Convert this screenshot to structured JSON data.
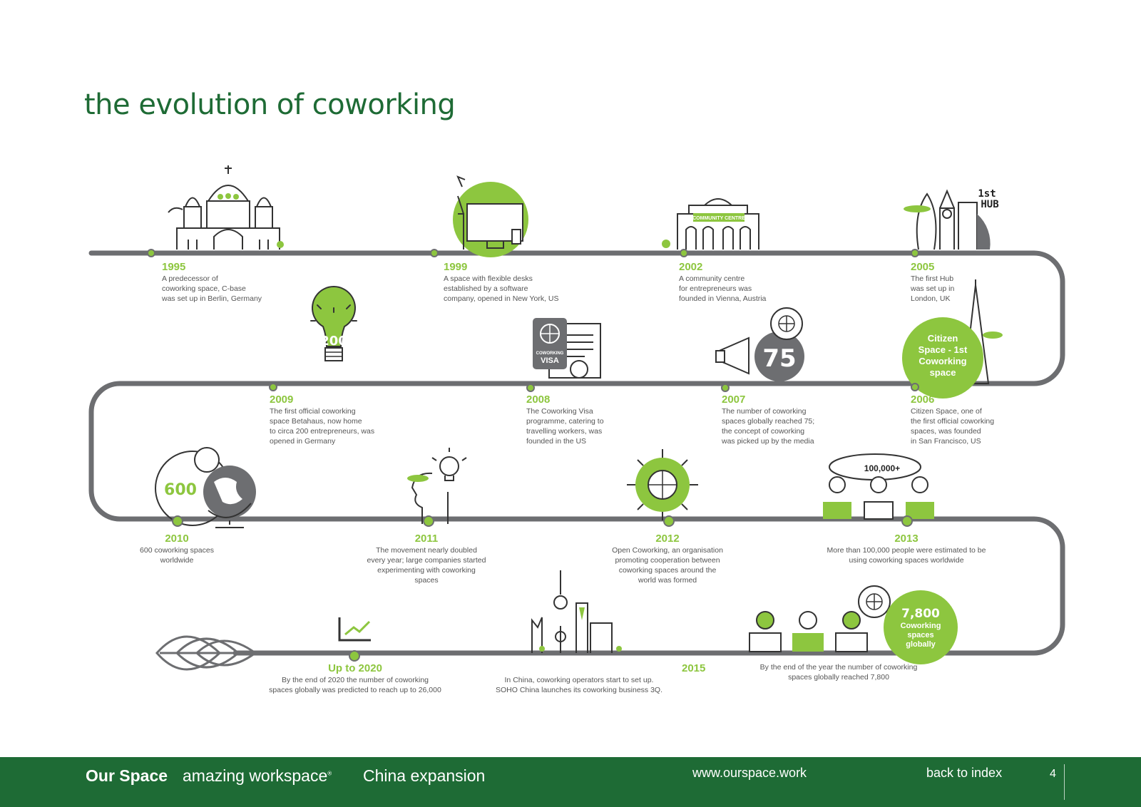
{
  "page": {
    "title": "the evolution of coworking"
  },
  "colors": {
    "green_dark": "#1e6b35",
    "green_accent": "#8dc63f",
    "track": "#6d6e71",
    "text": "#555555"
  },
  "events": [
    {
      "year": "1995",
      "desc": "A predecessor of\ncoworking space, C-base\nwas set up in Berlin, Germany"
    },
    {
      "year": "1999",
      "desc": "A space with flexible desks\nestablished by a software\ncompany, opened in New York, US"
    },
    {
      "year": "2002",
      "desc": "A community centre\nfor entrepreneurs was\nfounded in Vienna, Austria"
    },
    {
      "year": "2005",
      "desc": "The first Hub\nwas set up in\nLondon, UK"
    },
    {
      "year": "2009",
      "desc": "The first official coworking\nspace Betahaus, now home\nto circa 200 entrepreneurs, was\nopened in Germany"
    },
    {
      "year": "2008",
      "desc": "The Coworking Visa\nprogramme, catering to\ntravelling workers, was\nfounded in the US"
    },
    {
      "year": "2007",
      "desc": "The number of coworking\nspaces globally reached 75;\nthe concept of coworking\nwas picked up by the media"
    },
    {
      "year": "2006",
      "desc": "Citizen Space, one of\nthe first official coworking\nspaces, was founded\nin San Francisco, US"
    },
    {
      "year": "2010",
      "desc": "600 coworking spaces\nworldwide"
    },
    {
      "year": "2011",
      "desc": "The movement nearly doubled\nevery year; large companies started\nexperimenting with coworking\nspaces"
    },
    {
      "year": "2012",
      "desc": "Open Coworking, an organisation\npromoting cooperation between\ncoworking spaces around the\nworld was formed"
    },
    {
      "year": "2013",
      "desc": "More than 100,000 people were estimated to be\nusing coworking spaces worldwide"
    },
    {
      "year": "Up to 2020",
      "desc": "By the end of 2020 the number of coworking\nspaces globally was predicted to reach up to 26,000"
    },
    {
      "year": "2015",
      "desc": "In China, coworking operators start to set up.\nSOHO China launches its coworking business 3Q."
    },
    {
      "year": "",
      "desc": "By the end of the year the number of coworking\nspaces globally reached 7,800"
    }
  ],
  "badges": {
    "hub": [
      "1st",
      "HUB"
    ],
    "community": "COMMUNITY CENTRE",
    "bulb": "200",
    "visa": [
      "COWORKING",
      "VISA"
    ],
    "megaphone": "75",
    "citizen": [
      "Citizen",
      "Space - 1st",
      "Coworking",
      "space"
    ],
    "globe": "600",
    "people": "100,000+",
    "spaces": [
      "7,800",
      "Coworking",
      "spaces",
      "globally"
    ]
  },
  "footer": {
    "brand": "Our Space",
    "tagline": "amazing workspace",
    "tagline_mark": "®",
    "project": "China expansion",
    "url": "www.ourspace.work",
    "back": "back to index",
    "page_number": "4"
  }
}
